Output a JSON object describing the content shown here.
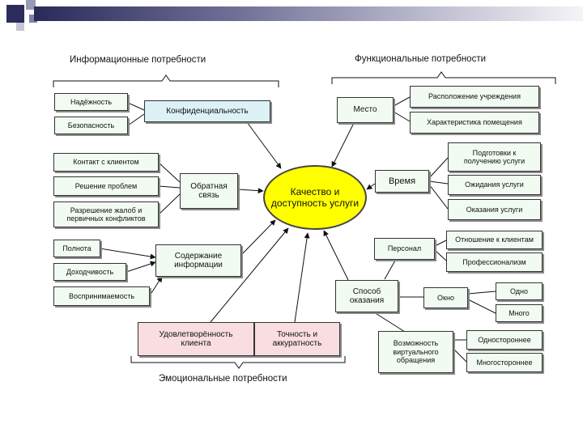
{
  "center": {
    "text": "Качество и доступность услуги"
  },
  "groups": {
    "informational": "Информационные потребности",
    "functional": "Функциональные потребности",
    "emotional": "Эмоциональные потребности"
  },
  "nodes": {
    "confidentiality": "Конфиденциальность",
    "reliability": "Надёжность",
    "safety": "Безопасность",
    "feedback": "Обратная связь",
    "client_contact": "Контакт с клиентом",
    "problem_solving": "Решение проблем",
    "complaints": "Разрешение жалоб и первичных конфликтов",
    "info_content": "Содержание информации",
    "completeness": "Полнота",
    "accessibility": "Доходчивость",
    "perceptibility": "Воспринимаемость",
    "satisfaction": "Удовлетворённость клиента",
    "accuracy": "Точность и аккуратность",
    "place": "Место",
    "location": "Расположение учреждения",
    "premises": "Характеристика помещения",
    "time": "Время",
    "prep_time": "Подготовки к получению услуги",
    "waiting": "Ожидания услуги",
    "providing": "Оказания услуги",
    "method": "Способ оказания",
    "staff": "Персонал",
    "attitude": "Отношение к клиентам",
    "professionalism": "Профессионализм",
    "window": "Окно",
    "one": "Одно",
    "many": "Много",
    "virtual": "Возможность виртуального обращения",
    "oneway": "Одностороннее",
    "multiway": "Многостороннее"
  },
  "colors": {
    "center_fill": "#ffff00",
    "leaf_fill": "#f2fbf2",
    "hub_fill": "#dcf2f7",
    "emotional_fill": "#f9dde0"
  }
}
